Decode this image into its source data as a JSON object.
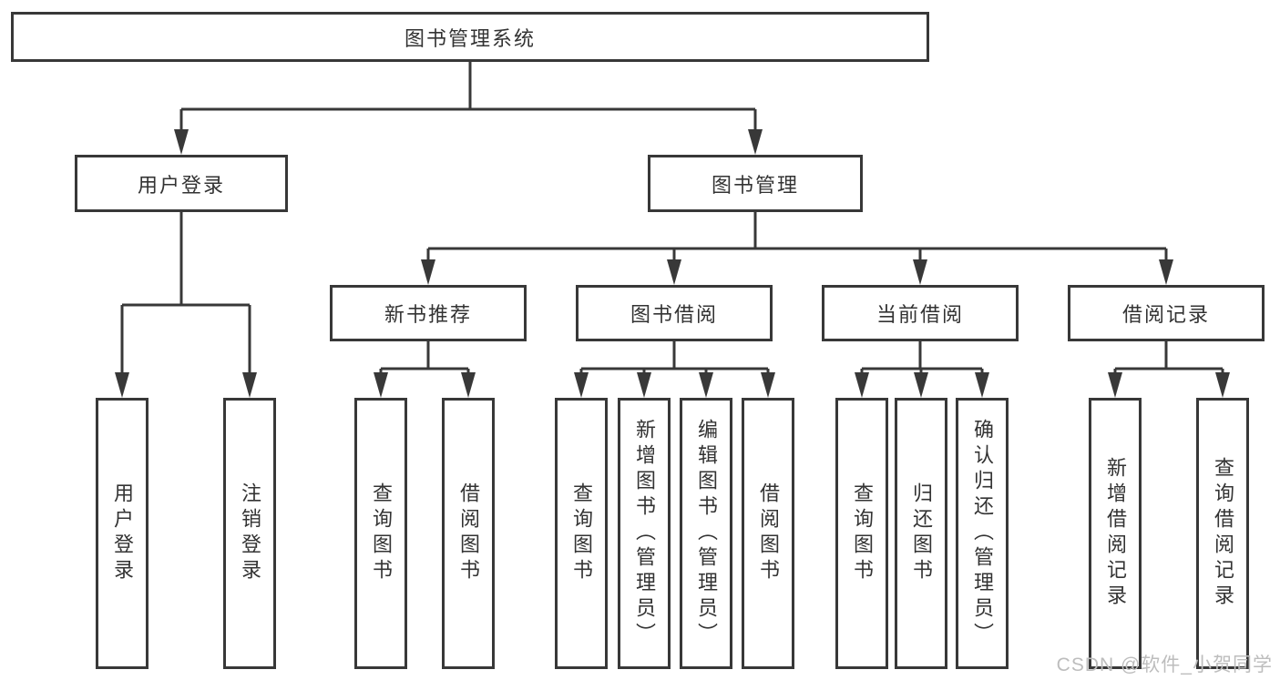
{
  "diagram": {
    "root": "图书管理系统",
    "level2": {
      "user_login": "用户登录",
      "book_management": "图书管理"
    },
    "level3": {
      "new_book_recommend": "新书推荐",
      "book_borrowing": "图书借阅",
      "current_borrowing": "当前借阅",
      "borrowing_records": "借阅记录"
    },
    "leaves": [
      "用户登录",
      "注销登录",
      "查询图书",
      "借阅图书",
      "查询图书",
      "新增图书（管理员）",
      "编辑图书（管理员）",
      "借阅图书",
      "查询图书",
      "归还图书",
      "确认归还（管理员）",
      "新增借阅记录",
      "查询借阅记录"
    ]
  },
  "watermark": "CSDN @软件_小贺同学",
  "colors": {
    "line": "#383838",
    "text": "#333333",
    "background": "#ffffff",
    "watermark": "#bdbdbd"
  }
}
